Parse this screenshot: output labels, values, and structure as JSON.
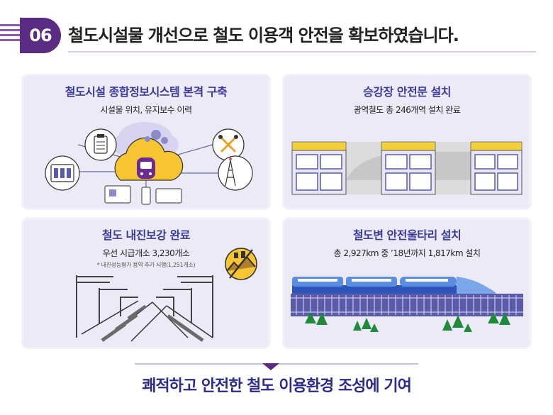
{
  "header": {
    "number": "06",
    "title": "철도시설물 개선으로 철도 이용객 안전을 확보하였습니다."
  },
  "panels": [
    {
      "title": "철도시설 종합정보시스템 본격 구축",
      "subtitle": "시설물 위치, 유지보수 이력",
      "note": ""
    },
    {
      "title": "승강장 안전문 설치",
      "subtitle": "광역철도 총 246개역 설치 완료",
      "note": ""
    },
    {
      "title": "철도 내진보강 완료",
      "subtitle": "우선 시급개소 3,230개소",
      "note": "* 내진성능평가 용역 추가 시행(1,251개소)"
    },
    {
      "title": "철도변 안전울타리 설치",
      "subtitle": "총 2,927km 중 ’18년까지 1,817km 설치",
      "note": ""
    }
  ],
  "footer": {
    "text": "쾌적하고 안전한 철도 이용환경 조성에 기여"
  },
  "colors": {
    "accent": "#5b2c83",
    "title_blue": "#3b3a9c",
    "panel_bg": "#eceaf7"
  }
}
